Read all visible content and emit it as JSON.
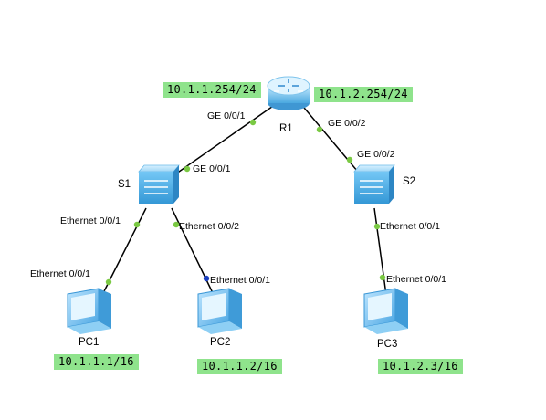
{
  "colors": {
    "link_line": "#000000",
    "port_up": "#7ac943",
    "port_selected": "#1b3fbf",
    "ip_box_bg": "#8fe38c",
    "device_blue": "#59b8f0"
  },
  "devices": {
    "r1": {
      "label": "R1",
      "icon": "router-icon"
    },
    "s1": {
      "label": "S1",
      "icon": "switch-icon"
    },
    "s2": {
      "label": "S2",
      "icon": "switch-icon"
    },
    "pc1": {
      "label": "PC1",
      "icon": "pc-icon"
    },
    "pc2": {
      "label": "PC2",
      "icon": "pc-icon"
    },
    "pc3": {
      "label": "PC3",
      "icon": "pc-icon"
    }
  },
  "ports": {
    "r1_s1": "GE 0/0/1",
    "s1_r1": "GE 0/0/1",
    "r1_s2": "GE 0/0/2",
    "s2_r1": "GE 0/0/2",
    "s1_pc1": "Ethernet 0/0/1",
    "pc1_s1": "Ethernet 0/0/1",
    "s1_pc2": "Ethernet 0/0/2",
    "pc2_s1": "Ethernet 0/0/1",
    "s2_pc3": "Ethernet 0/0/1",
    "pc3_s2": "Ethernet 0/0/1"
  },
  "ip_labels": {
    "r1_left": "10.1.1.254/24",
    "r1_right": "10.1.2.254/24",
    "pc1": "10.1.1.1/16",
    "pc2": "10.1.1.2/16",
    "pc3": "10.1.2.3/16"
  }
}
